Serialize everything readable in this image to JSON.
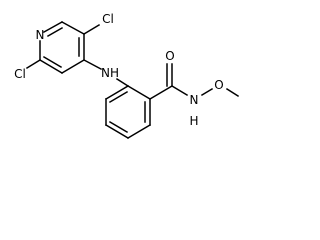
{
  "molecule": {
    "atoms": {
      "chlorine_top": "Cl",
      "chlorine_left": "Cl",
      "pyridine_nitrogen": "N",
      "amine_nh": "NH",
      "amide_oxygen": "O",
      "amide_nh": "N",
      "amide_h": "H",
      "ether_oxygen": "O"
    }
  }
}
